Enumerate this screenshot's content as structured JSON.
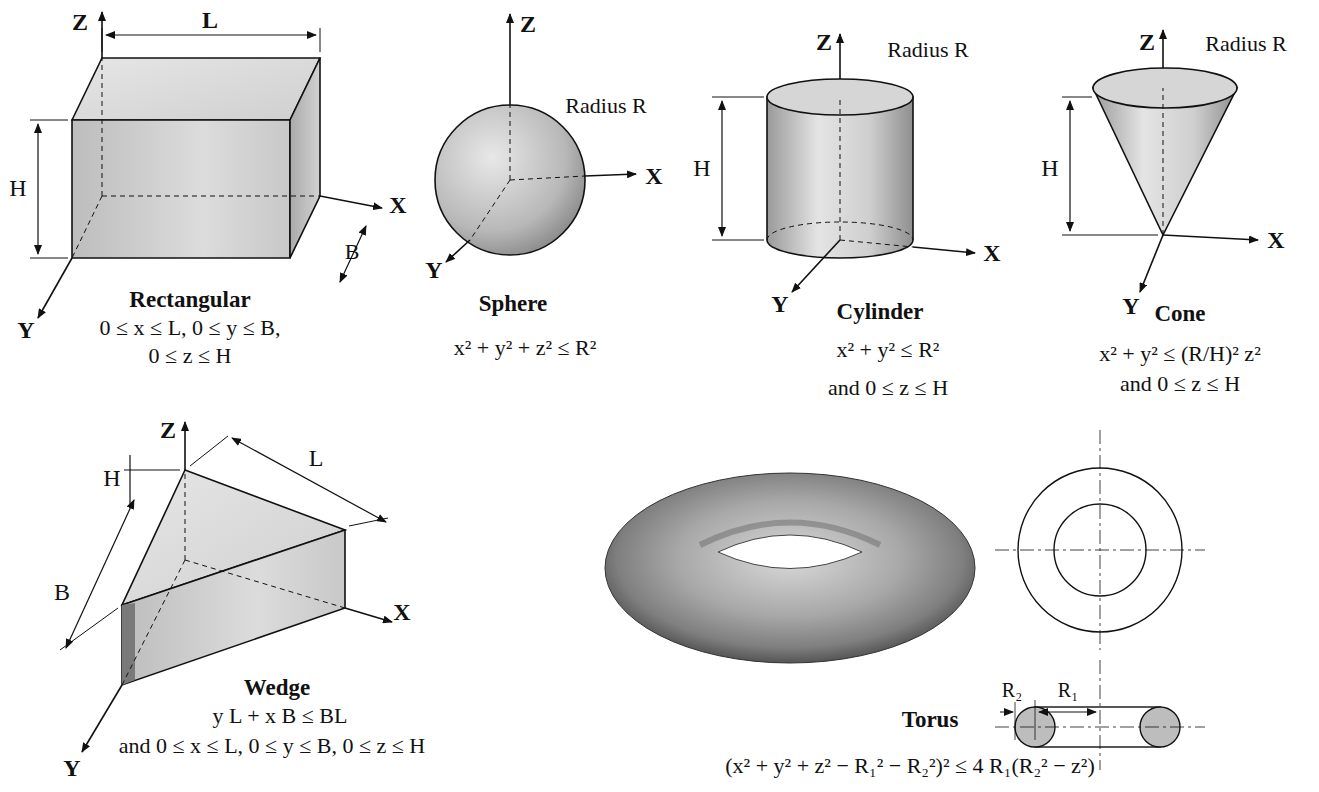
{
  "diagram": {
    "labels": [
      "Z",
      "L",
      "H",
      "X",
      "B",
      "Y",
      "Rectangular",
      "0 ≤ x ≤ L, 0 ≤ y ≤ B,",
      "0 ≤ z ≤ H",
      "Z",
      "Radius R",
      "X",
      "Y",
      "Sphere",
      "x² + y² + z² ≤ R²",
      "Z",
      "Radius R",
      "H",
      "X",
      "Y",
      "Cylinder",
      "x² + y² ≤ R²",
      "and 0 ≤ z ≤ H",
      "Z",
      "Radius R",
      "H",
      "X",
      "Y",
      "Cone",
      "x² + y² ≤ (R/H)² z²",
      "and 0 ≤ z ≤ H",
      "Z",
      "H",
      "L",
      "B",
      "X",
      "Y",
      "Wedge",
      "y L + x B ≤ BL",
      "and 0 ≤ x ≤ L, 0 ≤ y ≤ B, 0 ≤ z ≤ H",
      "R₂",
      "R₁",
      "Torus",
      "(x² + y² + z² − R₁² − R₂²)² ≤ 4 R₁(R₂² − z²)"
    ]
  }
}
